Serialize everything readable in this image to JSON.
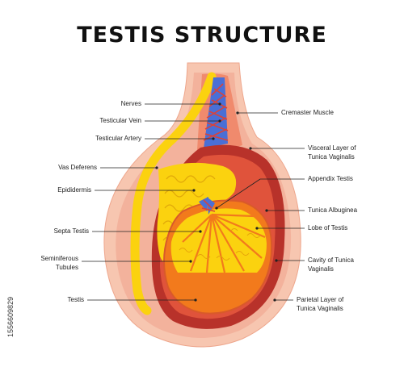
{
  "title": "TESTIS STRUCTURE",
  "labels_left": {
    "nerves": "Nerves",
    "testicular_vein": "Testicular Vein",
    "testicular_artery": "Testicular Artery",
    "vas_deferens": "Vas Deferens",
    "epididermis": "Epididermis",
    "septa_testis": "Septa Testis",
    "seminiferous_1": "Seminiferous",
    "seminiferous_2": "Tubules",
    "testis": "Testis"
  },
  "labels_right": {
    "cremaster": "Cremaster  Muscle",
    "visceral_1": "Visceral Layer of",
    "visceral_2": "Tunica Vaginalis",
    "appendix": "Appendix Testis",
    "albuginea": "Tunica Albuginea",
    "lobe": "Lobe of Testis",
    "cavity_1": "Cavity of Tunica",
    "cavity_2": "Vaginalis",
    "parietal_1": "Parietal Layer of",
    "parietal_2": "Tunica Vaginalis"
  },
  "stock_id": "1556609829",
  "colors": {
    "skin_outer": "#f7c6b0",
    "skin_inner": "#f3b29c",
    "muscle": "#d9533a",
    "tunica": "#b8322a",
    "lobe_yellow": "#fbd20f",
    "testis_orange": "#f27a1c",
    "testis_light": "#f5a623",
    "vein_blue": "#4a6fd6",
    "vessel_red": "#d9433a"
  }
}
